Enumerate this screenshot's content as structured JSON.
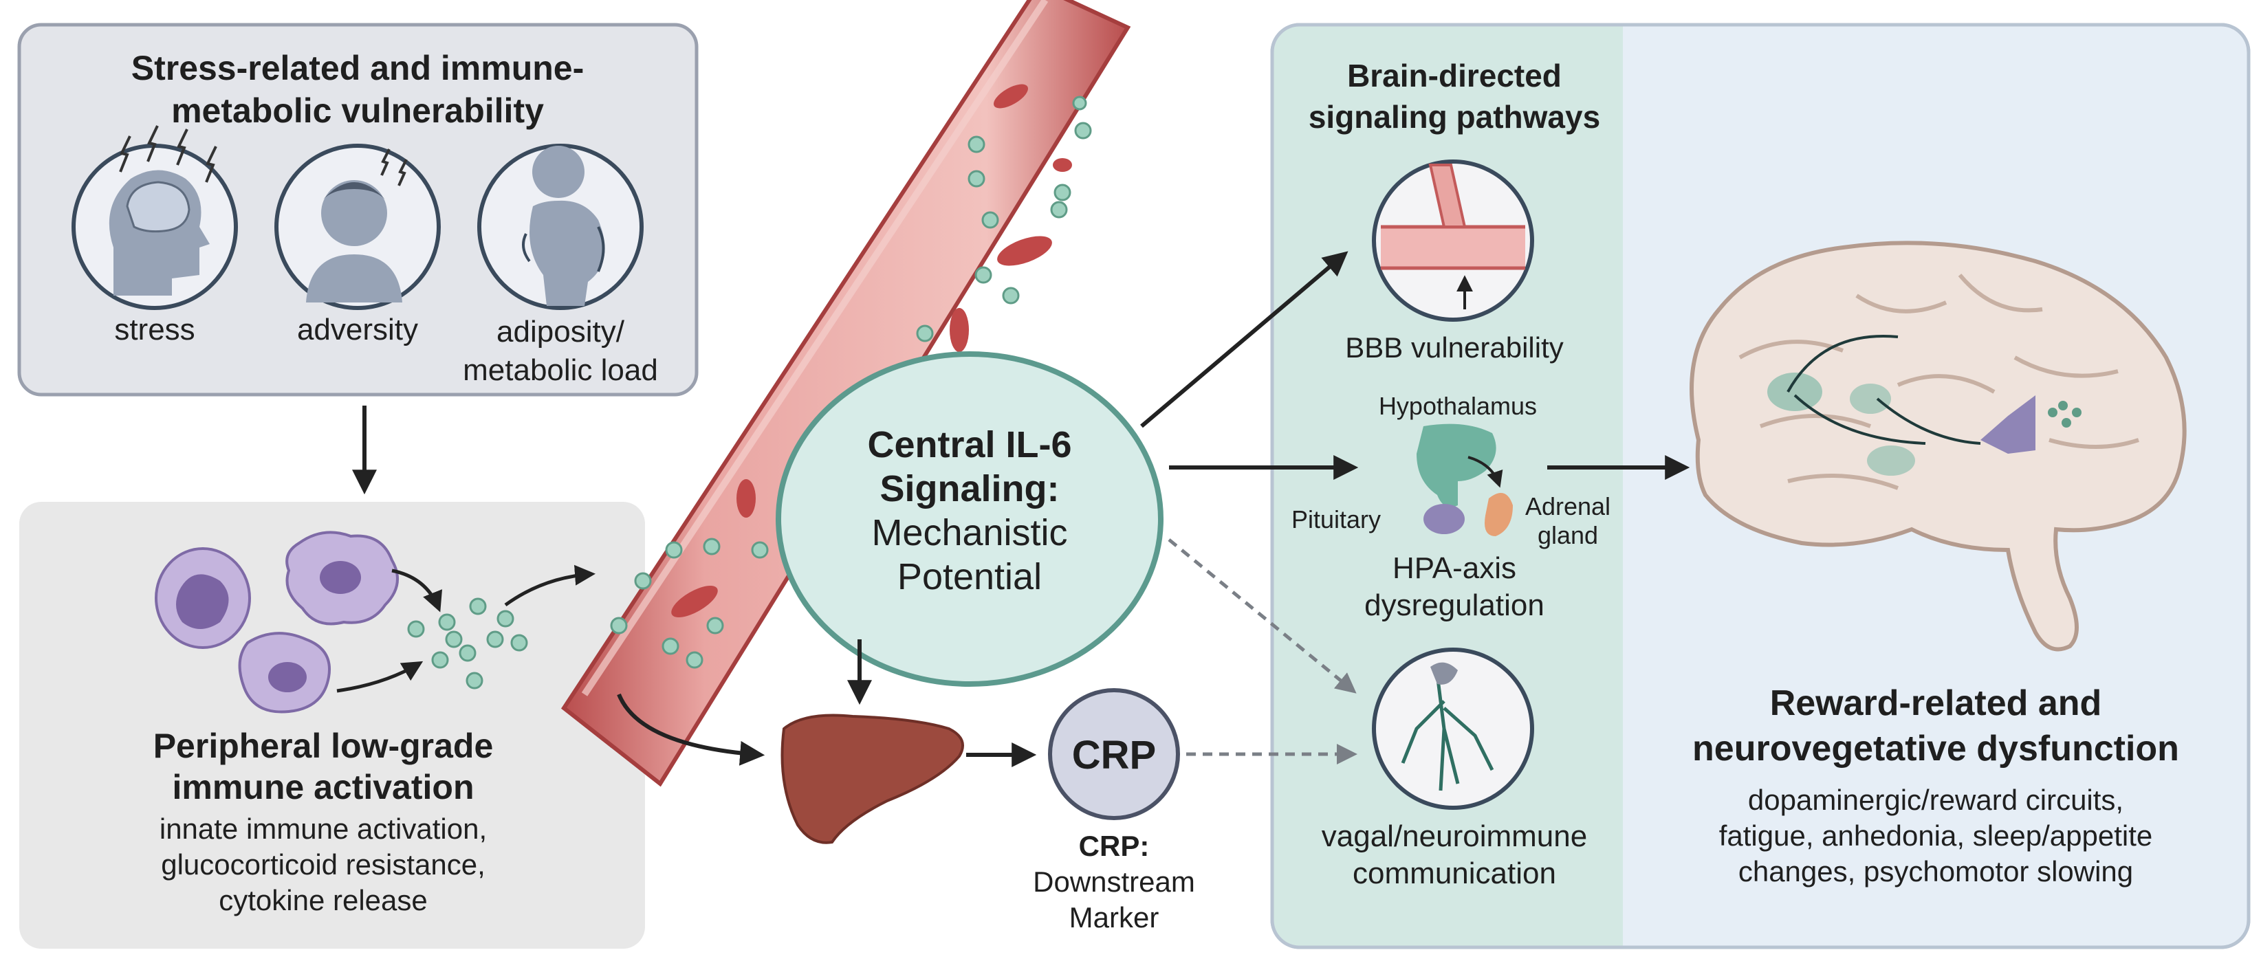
{
  "stress_panel": {
    "title_line1": "Stress-related and immune-",
    "title_line2": "metabolic vulnerability",
    "icons": [
      {
        "label": "stress",
        "icon": "brain-head-icon"
      },
      {
        "label": "adversity",
        "icon": "child-icon"
      },
      {
        "label_line1": "adiposity/",
        "label_line2": "metabolic load",
        "icon": "body-silhouette-icon"
      }
    ]
  },
  "immune_panel": {
    "title_line1": "Peripheral low-grade",
    "title_line2": "immune activation",
    "desc_line1": "innate immune activation,",
    "desc_line2": "glucocorticoid resistance,",
    "desc_line3": "cytokine release"
  },
  "central": {
    "line1": "Central IL-6",
    "line2": "Signaling:",
    "line3": "Mechanistic",
    "line4": "Potential"
  },
  "crp": {
    "badge": "CRP",
    "label_bold": "CRP:",
    "label_line1": "Downstream",
    "label_line2": "Marker"
  },
  "brain_panel": {
    "title_line1": "Brain-directed",
    "title_line2": "signaling pathways",
    "bbb_label": "BBB vulnerability",
    "hpa": {
      "hypothalamus": "Hypothalamus",
      "pituitary": "Pituitary",
      "adrenal_line1": "Adrenal",
      "adrenal_line2": "gland",
      "label_line1": "HPA-axis",
      "label_line2": "dysregulation"
    },
    "vagal_line1": "vagal/neuroimmune",
    "vagal_line2": "communication"
  },
  "outcome": {
    "title_line1": "Reward-related and",
    "title_line2": "neurovegetative dysfunction",
    "desc_line1": "dopaminergic/reward circuits,",
    "desc_line2": "fatigue, anhedonia, sleep/appetite",
    "desc_line3": "changes, psychomotor slowing"
  },
  "colors": {
    "stress_panel_bg": "#e3e5ea",
    "immune_panel_bg": "#e8e8e8",
    "brain_panel_bg": "#d3e8e3",
    "outcome_bg": "#e6eef6",
    "vessel": "#d98a8a",
    "il6_ellipse": "#d7ece8",
    "cytokine_dot": "#9fd1bf",
    "liver": "#9c4a3e",
    "crp_badge": "#d3d6e4"
  }
}
